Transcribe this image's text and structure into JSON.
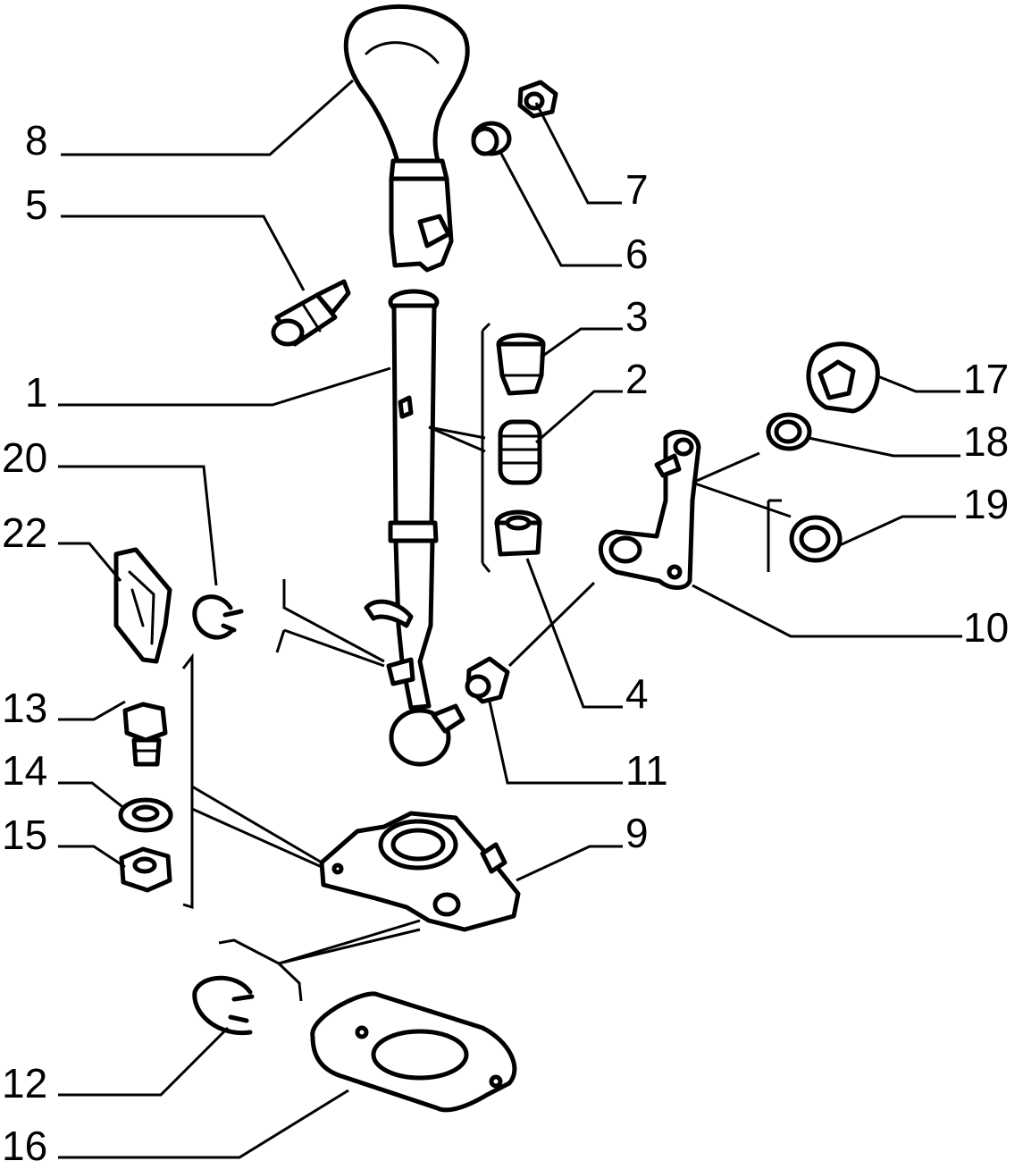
{
  "diagram": {
    "type": "exploded-parts-diagram",
    "callouts": [
      {
        "id": "c8",
        "text": "8"
      },
      {
        "id": "c5",
        "text": "5"
      },
      {
        "id": "c7",
        "text": "7"
      },
      {
        "id": "c6",
        "text": "6"
      },
      {
        "id": "c3",
        "text": "3"
      },
      {
        "id": "c2",
        "text": "2"
      },
      {
        "id": "c1",
        "text": "1"
      },
      {
        "id": "c17",
        "text": "17"
      },
      {
        "id": "c18",
        "text": "18"
      },
      {
        "id": "c20",
        "text": "20"
      },
      {
        "id": "c19",
        "text": "19"
      },
      {
        "id": "c22",
        "text": "22"
      },
      {
        "id": "c10",
        "text": "10"
      },
      {
        "id": "c4",
        "text": "4"
      },
      {
        "id": "c13",
        "text": "13"
      },
      {
        "id": "c11",
        "text": "11"
      },
      {
        "id": "c14",
        "text": "14"
      },
      {
        "id": "c9",
        "text": "9"
      },
      {
        "id": "c15",
        "text": "15"
      },
      {
        "id": "c12",
        "text": "12"
      },
      {
        "id": "c16",
        "text": "16"
      }
    ]
  }
}
